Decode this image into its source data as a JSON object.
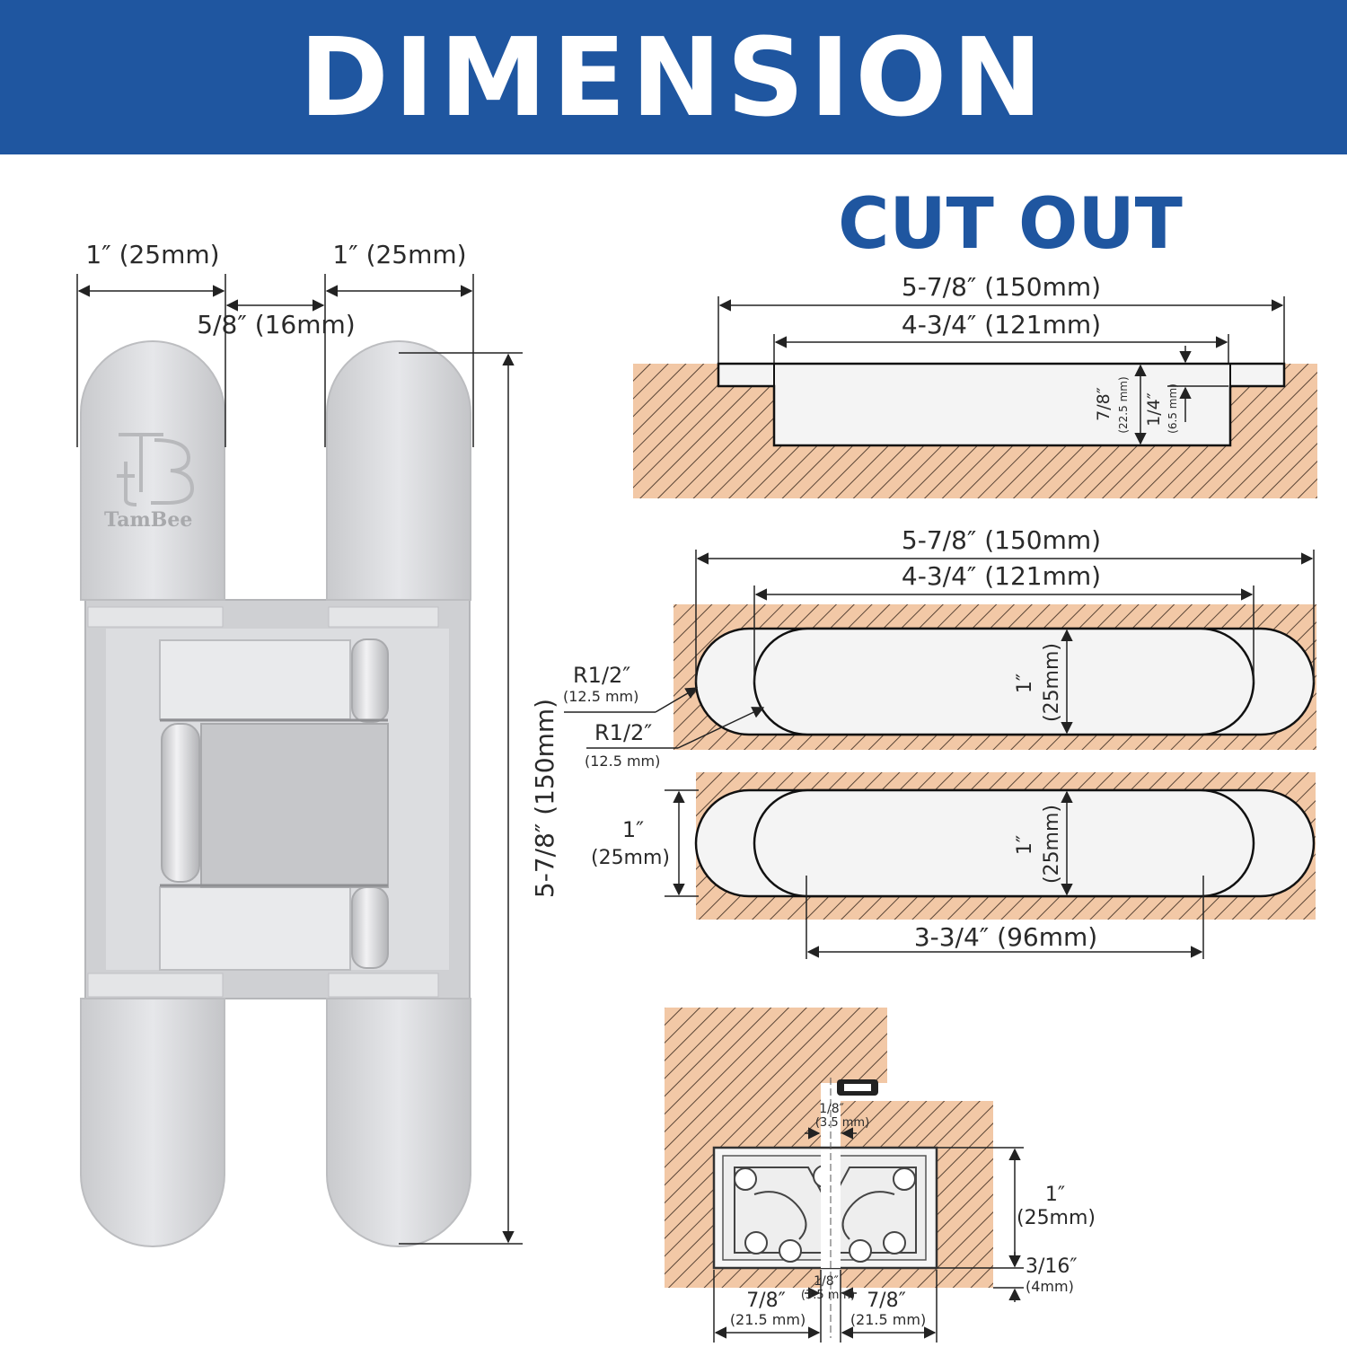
{
  "header": {
    "title": "DIMENSION"
  },
  "cutout": {
    "title": "CUT OUT"
  },
  "brand": {
    "name": "TamBee"
  },
  "hinge": {
    "leaf_width": "1″ (25mm)",
    "leaf_width_right": "1″ (25mm)",
    "gap": "5/8″ (16mm)",
    "length": "5-7/8″ (150mm)"
  },
  "top_section": {
    "outer_length": "5-7/8″ (150mm)",
    "inner_length": "4-3/4″ (121mm)",
    "depth": "7/8″",
    "depth_mm": "(22.5 mm)",
    "step": "1/4″",
    "step_mm": "(6.5 mm)"
  },
  "middle_section": {
    "outer_length": "5-7/8″ (150mm)",
    "inner_length": "4-3/4″ (121mm)",
    "radius_outer": "R1/2″",
    "radius_outer_mm": "(12.5 mm)",
    "radius_inner": "R1/2″",
    "radius_inner_mm": "(12.5 mm)",
    "width": "1″",
    "width_mm": "(25mm)"
  },
  "lower_section": {
    "width_left": "1″",
    "width_left_mm": "(25mm)",
    "width": "1″",
    "width_mm": "(25mm)",
    "hole_spacing": "3-3/4″ (96mm)"
  },
  "cross_section": {
    "gap_top": "1/8″",
    "gap_top_mm": "(3.5 mm)",
    "gap_bottom": "1/8″",
    "gap_bottom_mm": "(3.5 mm)",
    "depth": "1″",
    "depth_mm": "(25mm)",
    "offset": "3/16″",
    "offset_mm": "(4mm)",
    "left_width": "7/8″",
    "left_width_mm": "(21.5 mm)",
    "right_width": "7/8″",
    "right_width_mm": "(21.5 mm)"
  },
  "colors": {
    "banner": "#1f56a0",
    "wood": "#f2c8a6",
    "hatch": "#5a4536",
    "metal": "#d8d9dc"
  }
}
